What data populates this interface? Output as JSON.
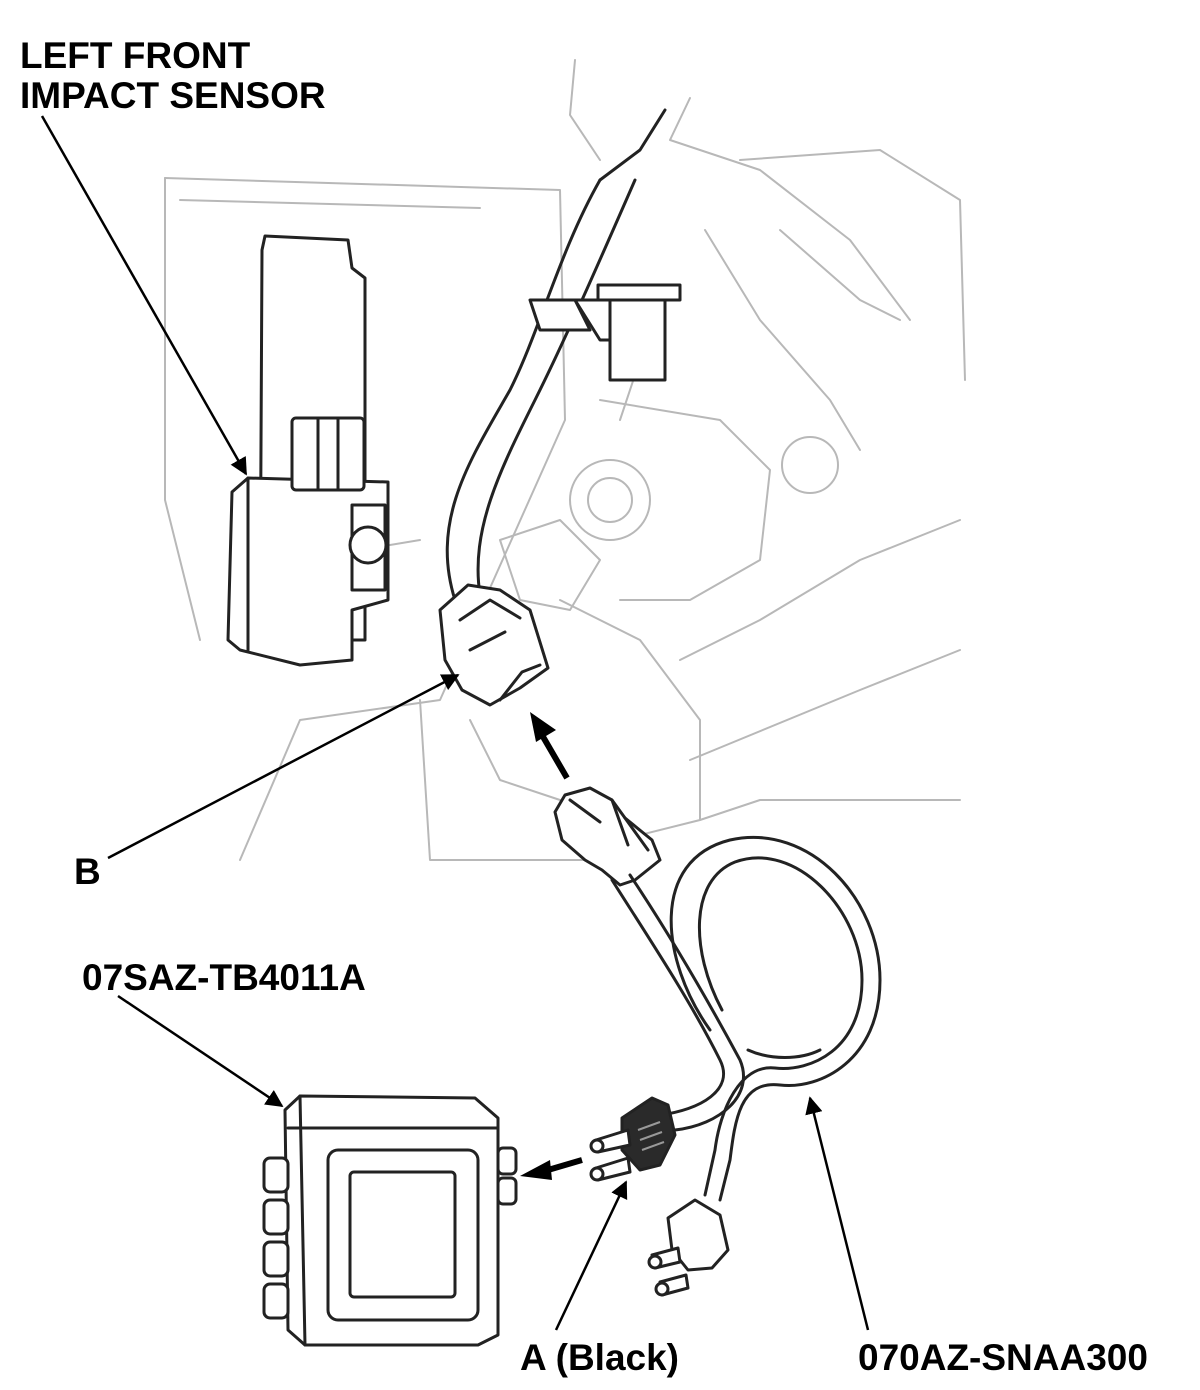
{
  "labels": {
    "sensor_line1": "LEFT FRONT",
    "sensor_line2": "IMPACT SENSOR",
    "connector_b": "B",
    "tool_part": "07SAZ-TB4011A",
    "connector_a": "A (Black)",
    "harness_part": "070AZ-SNAA300"
  },
  "colors": {
    "line": "#222222",
    "background_line": "#b8b8b8",
    "connector_a_fill": "#2a2a2a"
  }
}
